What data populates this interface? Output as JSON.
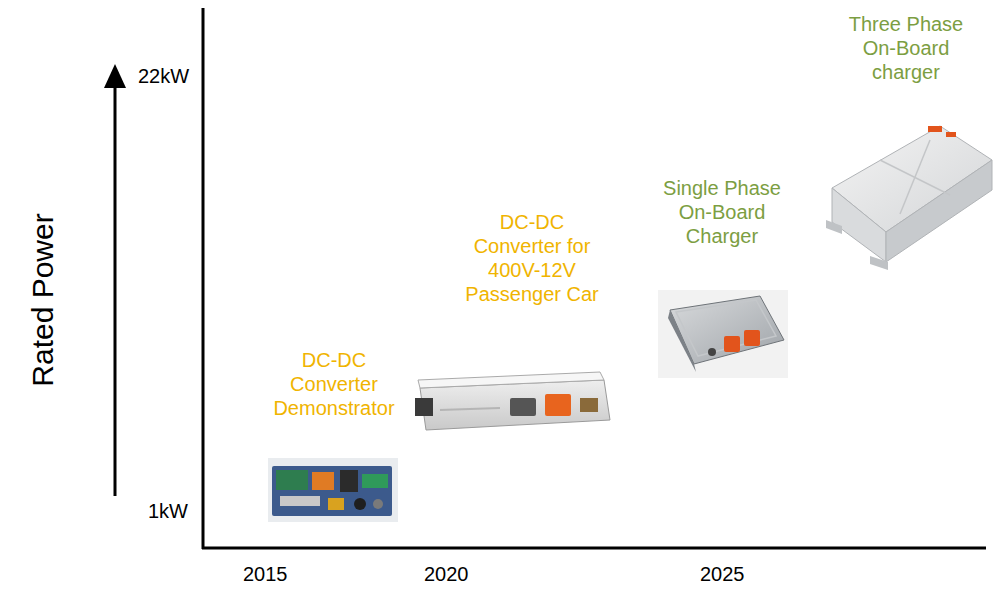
{
  "diagram": {
    "labels": [
      "22kW",
      "Rated Power",
      "1kW",
      "DC-DC Converter Demonstrator",
      "DC-DC Converter for 400V-12V Passenger Car",
      "Single Phase On-Board Charger",
      "Three Phase On-Board charger",
      "2015",
      "2020",
      "2025"
    ]
  }
}
